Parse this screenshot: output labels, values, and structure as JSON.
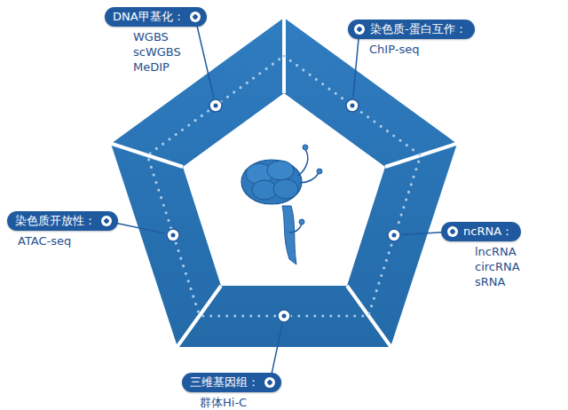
{
  "diagram": {
    "nodes": [
      {
        "text": [
          "DNA甲基化：",
          "WGBS",
          "scWGBS",
          "MeDIP"
        ]
      },
      {
        "text": [
          "染色质-蛋白互作：",
          "ChIP-seq"
        ]
      },
      {
        "text": [
          "ncRNA：",
          "lncRNA",
          "circRNA",
          "sRNA"
        ]
      },
      {
        "text": [
          "三维基因组：",
          "群体Hi-C"
        ]
      },
      {
        "text": [
          "染色质开放性：",
          "ATAC-seq"
        ]
      }
    ]
  }
}
